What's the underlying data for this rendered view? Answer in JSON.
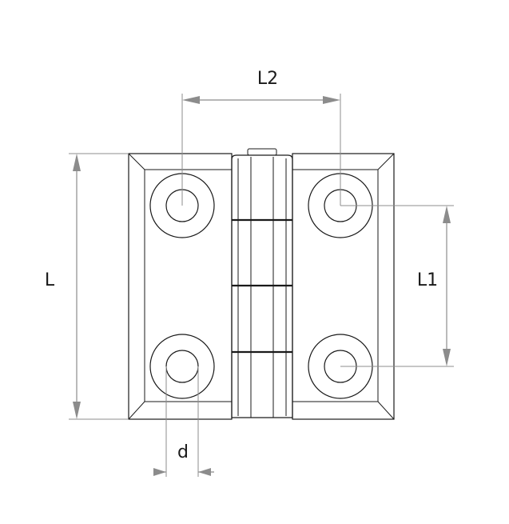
{
  "dimensions": {
    "L": "L",
    "L1": "L1",
    "L2": "L2",
    "d": "d"
  },
  "colors": {
    "outline": "#1a1a1a",
    "dimension": "#8c8c8c",
    "background": "#ffffff"
  }
}
